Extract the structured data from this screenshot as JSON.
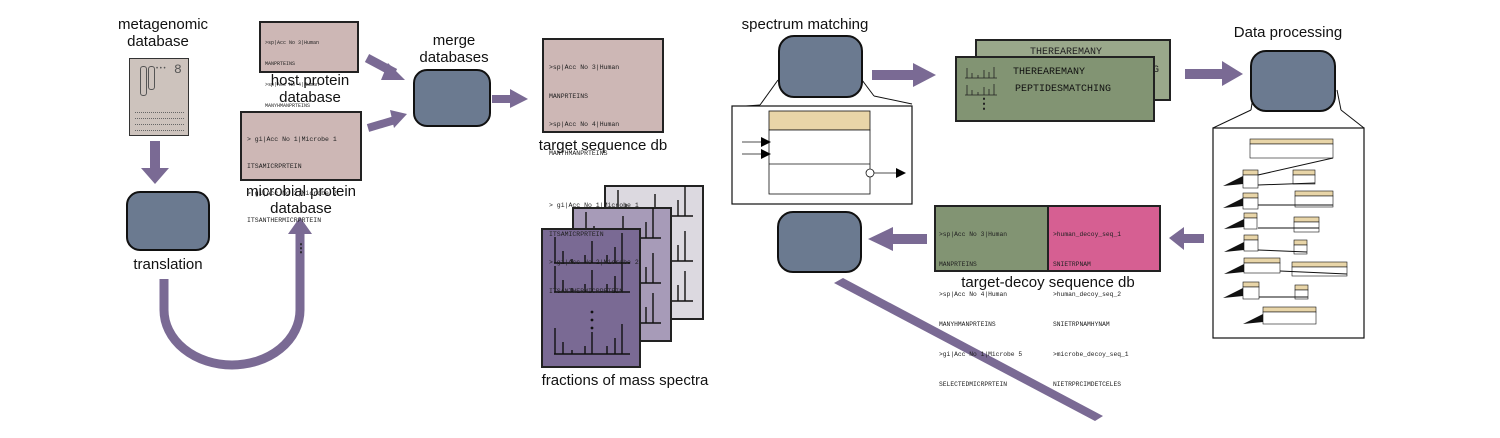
{
  "diagram": {
    "colors": {
      "arrow": "#7a6a94",
      "process_box": "#6b7a90",
      "sequence_box": "#cdb7b5",
      "target_green": "#829473",
      "decoy_pink": "#d65f92",
      "spectrum_card_dark": "#7a6a94",
      "spectrum_card_mid": "#a79bb8",
      "spectrum_card_light": "#dcd9e0",
      "table_header": "#e8d5a8"
    },
    "labels": {
      "metagenomic_db": [
        "metagenomic",
        "database"
      ],
      "host_protein_db": [
        "host protein",
        "database"
      ],
      "microbial_protein_db": [
        "microbial protein",
        "database"
      ],
      "merge_databases": [
        "merge",
        "databases"
      ],
      "target_sequence_db": "target sequence db",
      "translation": "translation",
      "spectrum_matching": "spectrum matching",
      "data_processing": "Data processing",
      "target_decoy_db": "target-decoy sequence db",
      "mass_spectra_fractions": "fractions of mass spectra"
    },
    "metagenome_glyph": "8",
    "host_protein_entries": [
      ">sp|Acc No 3|Human",
      "MANPRTEINS",
      ">sp|Acc No 4|Human",
      "MANYHMANPRTEINS"
    ],
    "microbial_protein_entries": [
      "> gi|Acc No 1|Microbe 1",
      "ITSAMICRPRTEIN",
      "> gi|Acc No 2|Microbe 2",
      "ITSANTHERMICRPRTEIN"
    ],
    "target_sequence_entries": [
      ">sp|Acc No 3|Human",
      "MANPRTEINS",
      ">sp|Acc No 4|Human",
      "MANYHMANPRTEINS",
      "",
      "> gi|Acc No 1|Microbe 1",
      "ITSAMICRPRTEIN",
      "> gi|Acc No 2|Microbe 2",
      "ITSANTHERMICRPRTEIN"
    ],
    "peptide_matches": {
      "back_line": "THEREAREMANY",
      "back_tail": "NG",
      "lines": [
        "THEREAREMANY",
        "PEPTIDESMATCHING"
      ]
    },
    "target_decoy": {
      "target_entries": [
        ">sp|Acc No 3|Human",
        "MANPRTEINS",
        ">sp|Acc No 4|Human",
        "MANYHMANPRTEINS",
        ">gi|Acc No 1|Microbe 5",
        "SELECTEDMICRPRTEIN"
      ],
      "decoy_entries": [
        ">human_decoy_seq_1",
        "SNIETRPNAM",
        ">human_decoy_seq_2",
        "SNIETRPNAMHYNAM",
        ">microbe_decoy_seq_1",
        "NIETRPRCIMDETCELES"
      ]
    },
    "ellipsis": "⋮"
  }
}
